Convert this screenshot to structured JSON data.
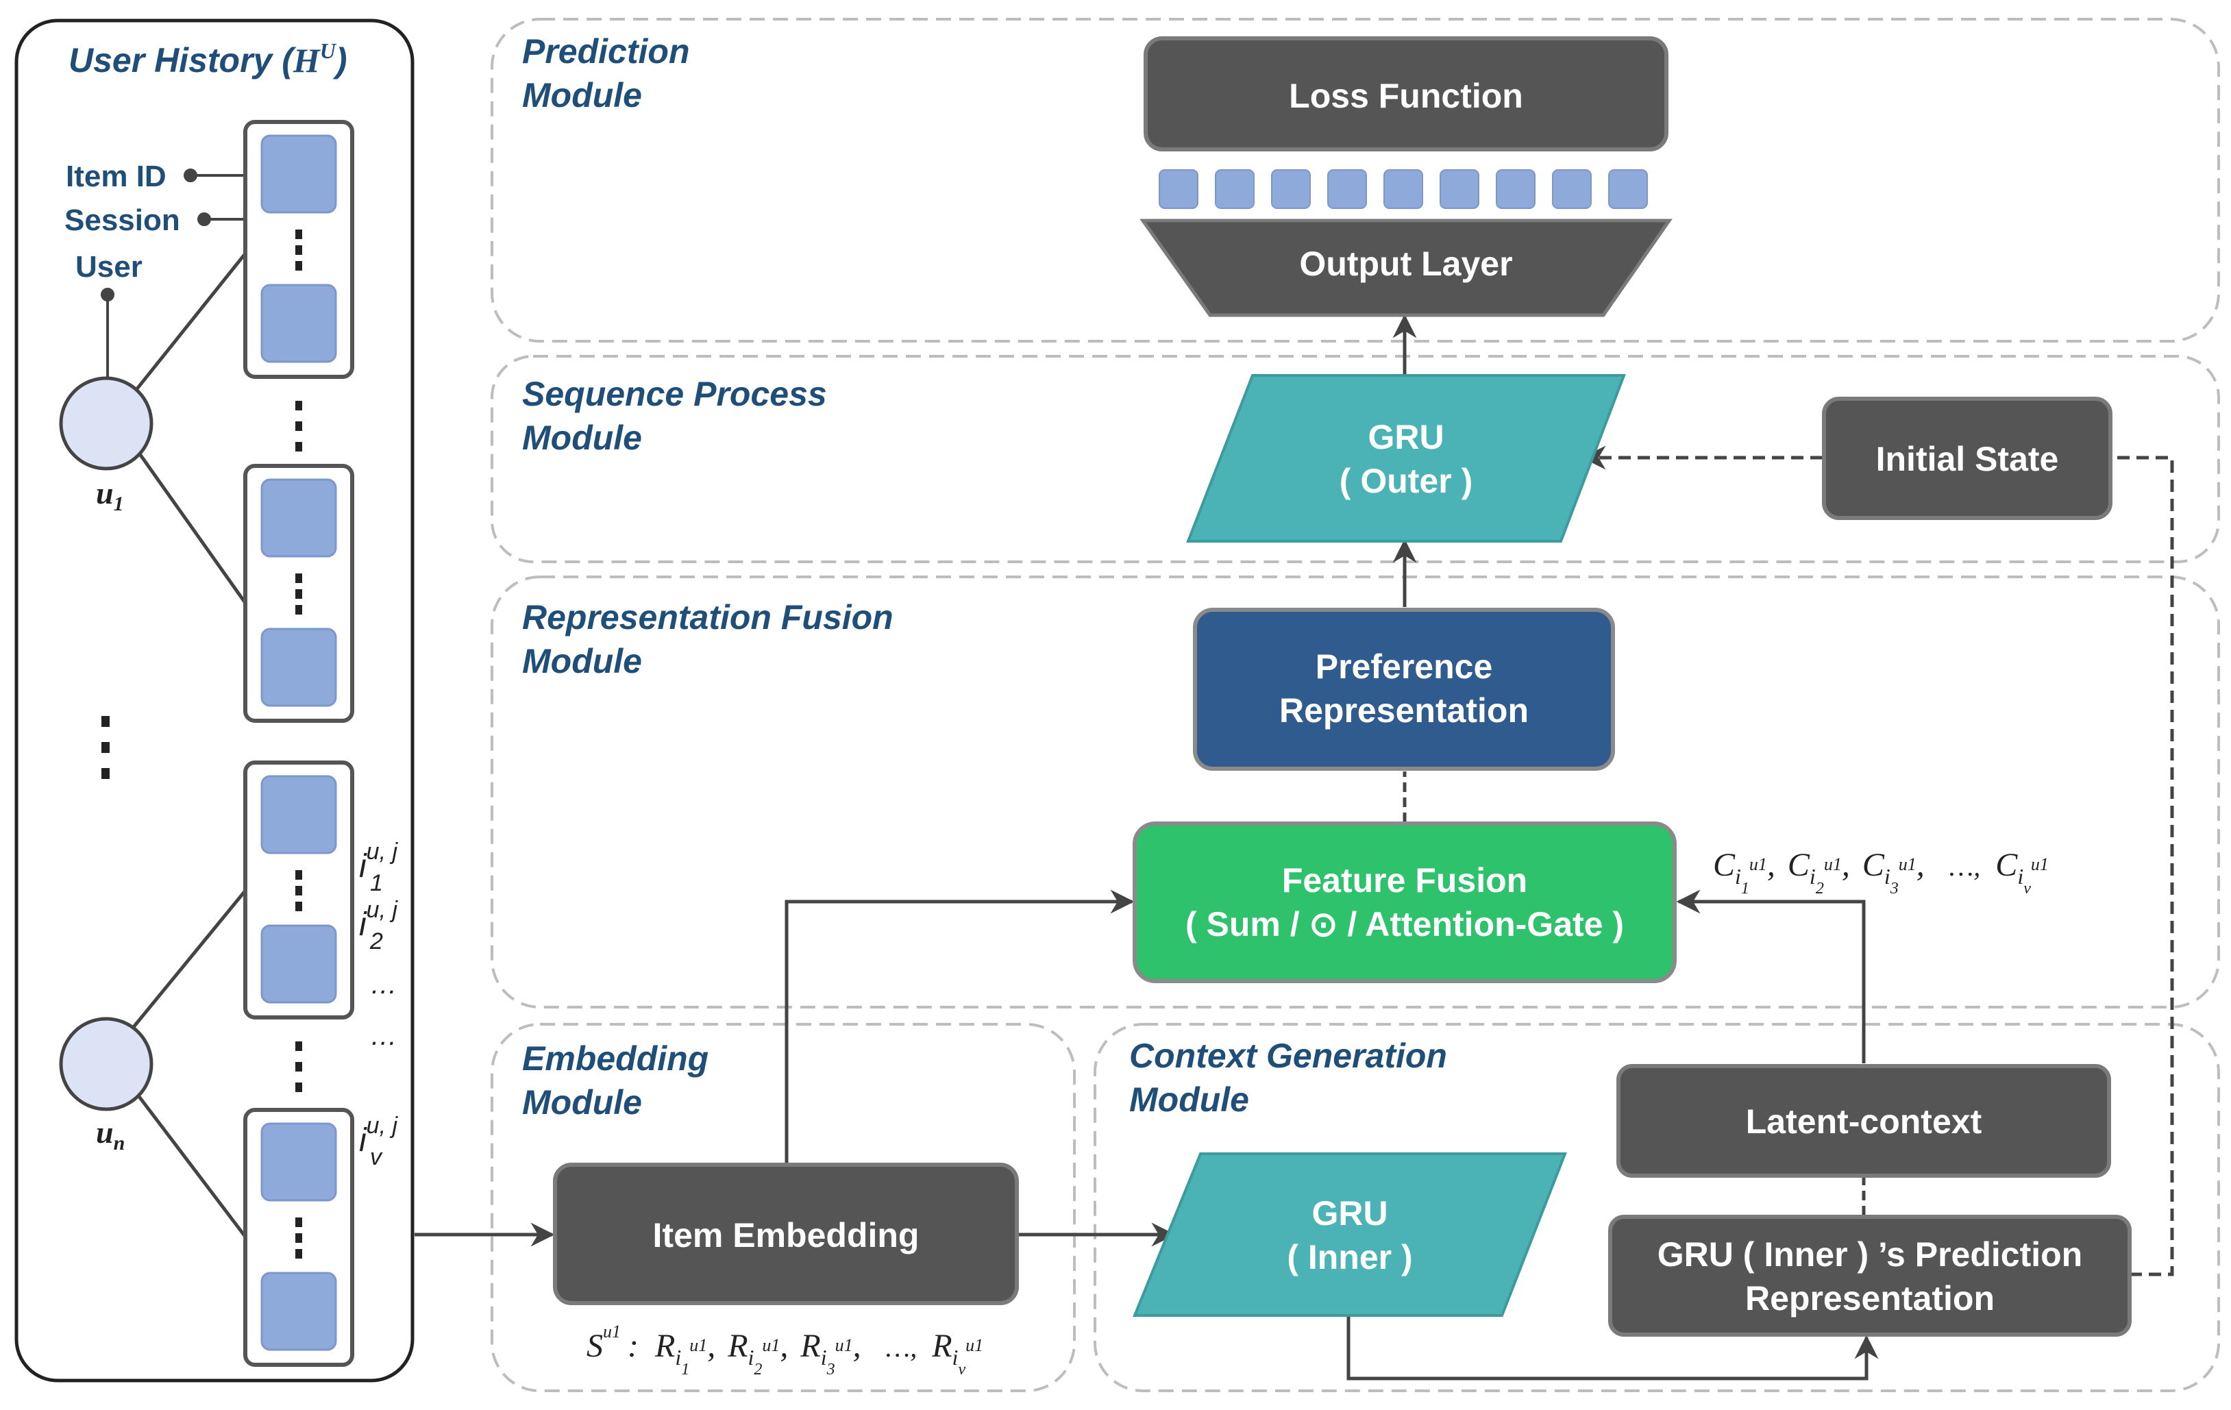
{
  "colors": {
    "title_blue": "#1f4e79",
    "dark_box": "#555555",
    "dark_box_stroke": "#7a7a7a",
    "teal": "#4bb3b5",
    "navy": "#2f5b8e",
    "green": "#2dc26b",
    "item_square": "#8eaadb",
    "user_node": "#dbe3f4",
    "dashed_border": "#bdbdbd",
    "connector": "#444444"
  },
  "user_history": {
    "title": "User History (",
    "title_symbol": "H",
    "title_sup": "U",
    "title_close": ")",
    "label_item_id": "Item ID",
    "label_session": "Session",
    "label_user": "User",
    "node_u1": "u",
    "node_u1_sub": "1",
    "node_un": "u",
    "node_un_sub": "n",
    "item_labels": [
      {
        "base": "i",
        "sub": "1",
        "sup": "u, j"
      },
      {
        "base": "i",
        "sub": "2",
        "sup": "u, j"
      },
      {
        "base": "i",
        "sub": "v",
        "sup": "u, j"
      }
    ],
    "ellipsis": "…"
  },
  "modules": {
    "prediction": {
      "line1": "Prediction",
      "line2": "Module"
    },
    "sequence": {
      "line1": "Sequence Process",
      "line2": "Module"
    },
    "fusion": {
      "line1": "Representation Fusion",
      "line2": "Module"
    },
    "embedding": {
      "line1": "Embedding",
      "line2": "Module"
    },
    "context": {
      "line1": "Context Generation",
      "line2": "Module"
    }
  },
  "boxes": {
    "loss_function": "Loss Function",
    "output_layer": "Output Layer",
    "gru_outer_line1": "GRU",
    "gru_outer_line2": "( Outer )",
    "initial_state": "Initial State",
    "preference_line1": "Preference",
    "preference_line2": "Representation",
    "feature_fusion_line1": "Feature Fusion",
    "feature_fusion_line2": "( Sum / ⊙ / Attention-Gate )",
    "item_embedding": "Item Embedding",
    "gru_inner_line1": "GRU",
    "gru_inner_line2": "( Inner )",
    "latent_context": "Latent-context",
    "gru_inner_pred_line1": "GRU ( Inner ) ’s Prediction",
    "gru_inner_pred_line2": "Representation"
  },
  "formulas": {
    "session_S": "S",
    "session_S_sup": "u1",
    "session_colon": ":",
    "R": "R",
    "C": "C",
    "i": "i",
    "u1": "u1",
    "subs": [
      "1",
      "2",
      "3",
      "v"
    ],
    "comma": ",",
    "ellipsis": "…,"
  }
}
